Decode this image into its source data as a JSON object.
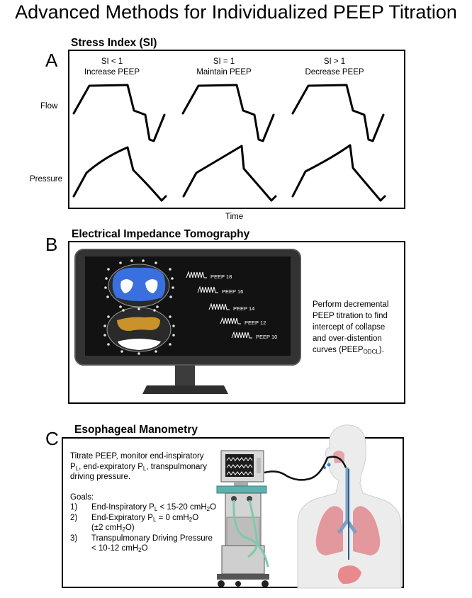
{
  "title": "Advanced Methods for Individualized PEEP Titration",
  "panel_a": {
    "letter": "A",
    "heading": "Stress Index (SI)",
    "columns": [
      {
        "condition": "SI < 1",
        "action": "Increase PEEP"
      },
      {
        "condition": "SI = 1",
        "action": "Maintain PEEP"
      },
      {
        "condition": "SI > 1",
        "action": "Decrease PEEP"
      }
    ],
    "row_flow": "Flow",
    "row_pressure": "Pressure",
    "x_axis": "Time"
  },
  "panel_b": {
    "letter": "B",
    "heading": "Electrical Impedance Tomography",
    "peep_labels": [
      "PEEP 18",
      "PEEP 16",
      "PEEP 14",
      "PEEP 12",
      "PEEP 10"
    ],
    "description_lines": [
      "Perform decremental",
      "PEEP titration to find",
      "intercept of collapse",
      "and over-distention"
    ],
    "last_line_prefix": "curves (PEEP",
    "last_line_sub": "ODCL",
    "last_line_suffix": ")."
  },
  "panel_c": {
    "letter": "C",
    "heading": "Esophageal Manometry",
    "intro_line1": "Titrate PEEP, monitor end-inspiratory",
    "intro_line2_a": "P",
    "intro_line2_sub1": "L",
    "intro_line2_b": ", end-expiratory P",
    "intro_line2_sub2": "L",
    "intro_line2_c": ", transpulmonary",
    "intro_line3": "driving pressure.",
    "goals_label": "Goals:",
    "goal1_num": "1)",
    "goal1_a": "End-Inspiratory P",
    "goal1_sub": "L",
    "goal1_b": " < 15-20 cmH",
    "goal1_sub2": "2",
    "goal1_c": "O",
    "goal2_num": "2)",
    "goal2_a": "End-Expiratory P",
    "goal2_sub": "L",
    "goal2_b": " = 0 cmH",
    "goal2_sub2": "2",
    "goal2_c": "O",
    "goal2_line2_a": "(±2 cmH",
    "goal2_line2_sub": "2",
    "goal2_line2_b": "O)",
    "goal3_num": "3)",
    "goal3_line1": "Transpulmonary Driving Pressure",
    "goal3_line2_a": "< 10-12 cmH",
    "goal3_line2_sub": "2",
    "goal3_line2_b": "O"
  }
}
